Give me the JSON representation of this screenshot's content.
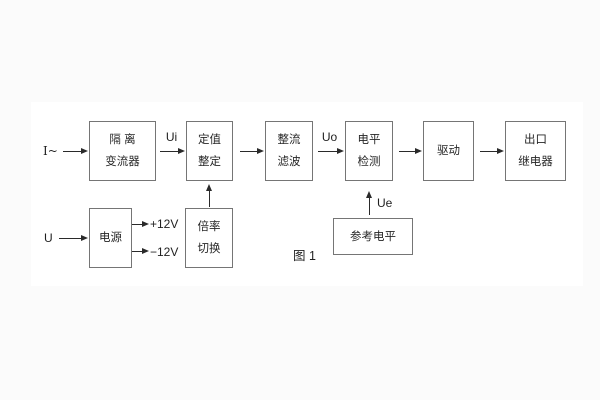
{
  "figure": {
    "caption": "图 1",
    "type": "block-diagram"
  },
  "colors": {
    "background": "#fbfbfb",
    "paper": "#ffffff",
    "box_border": "#757575",
    "line": "#2a2a2a",
    "text": "#262626"
  },
  "blocks": [
    {
      "id": "isolation-transformer",
      "line1": "隔 离",
      "line2": "变流器"
    },
    {
      "id": "setting-adjustment",
      "line1": "定值",
      "line2": "整定"
    },
    {
      "id": "rectify-filter",
      "line1": "整流",
      "line2": "滤波"
    },
    {
      "id": "level-detection",
      "line1": "电平",
      "line2": "检测"
    },
    {
      "id": "driver",
      "line1": "驱动"
    },
    {
      "id": "output-relay",
      "line1": "出口",
      "line2": "继电器"
    },
    {
      "id": "power-supply",
      "line1": "电源"
    },
    {
      "id": "ratio-switching",
      "line1": "倍率",
      "line2": "切换"
    },
    {
      "id": "reference-level",
      "line1": "参考电平"
    }
  ],
  "labels": {
    "input_current": "I~",
    "input_voltage": "U",
    "ui": "Ui",
    "uo": "Uo",
    "ue": "Ue",
    "plus12v": "+12V",
    "minus12v": "−12V"
  }
}
